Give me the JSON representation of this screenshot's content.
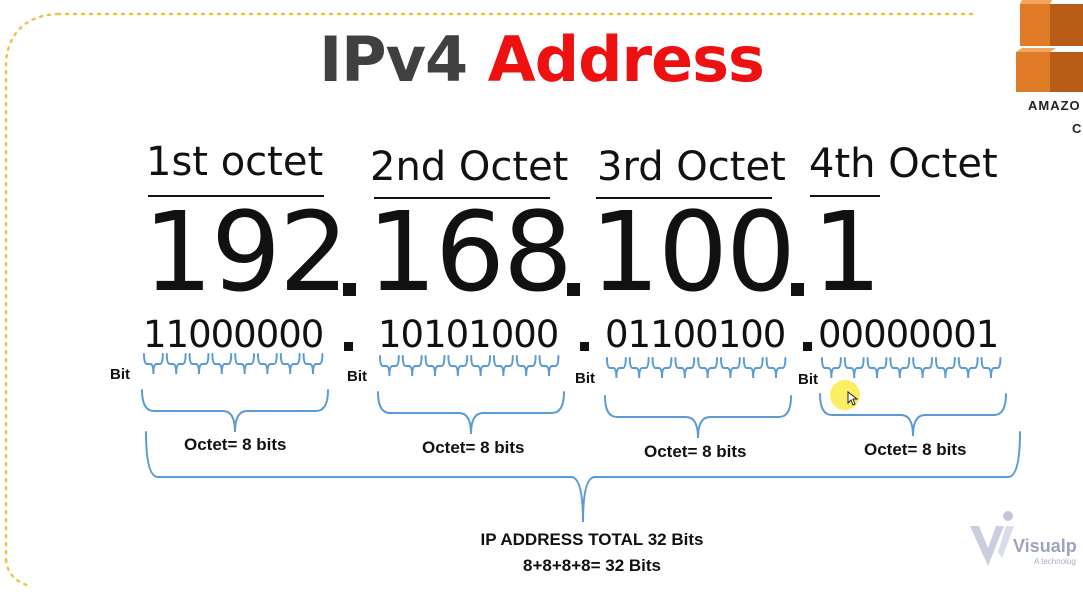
{
  "title": {
    "part1": "IPv4",
    "part2": "Address",
    "part1_color": "#404040",
    "part2_color": "#ee1111"
  },
  "octets": [
    {
      "label": "1st octet",
      "decimal": "192",
      "binary": "11000000"
    },
    {
      "label": "2nd Octet",
      "decimal": "168",
      "binary": "10101000"
    },
    {
      "label": "3rd Octet",
      "decimal": "100",
      "binary": "01100100"
    },
    {
      "label": "4th Octet",
      "decimal": "1",
      "binary": "00000001"
    }
  ],
  "bit_label": "Bit",
  "octet_size_label": "Octet= 8 bits",
  "total": {
    "line1": "IP ADDRESS TOTAL 32 Bits",
    "line2": "8+8+8+8= 32 Bits"
  },
  "brace_color": "#5b9bd5",
  "frame_color": "#f0c24a",
  "logos": {
    "aws_text_line1": "AMAZO",
    "aws_text_line2": "C",
    "aws_color": "#e07b27",
    "visualpath_name": "Visualp",
    "visualpath_tagline": "A technolog"
  }
}
